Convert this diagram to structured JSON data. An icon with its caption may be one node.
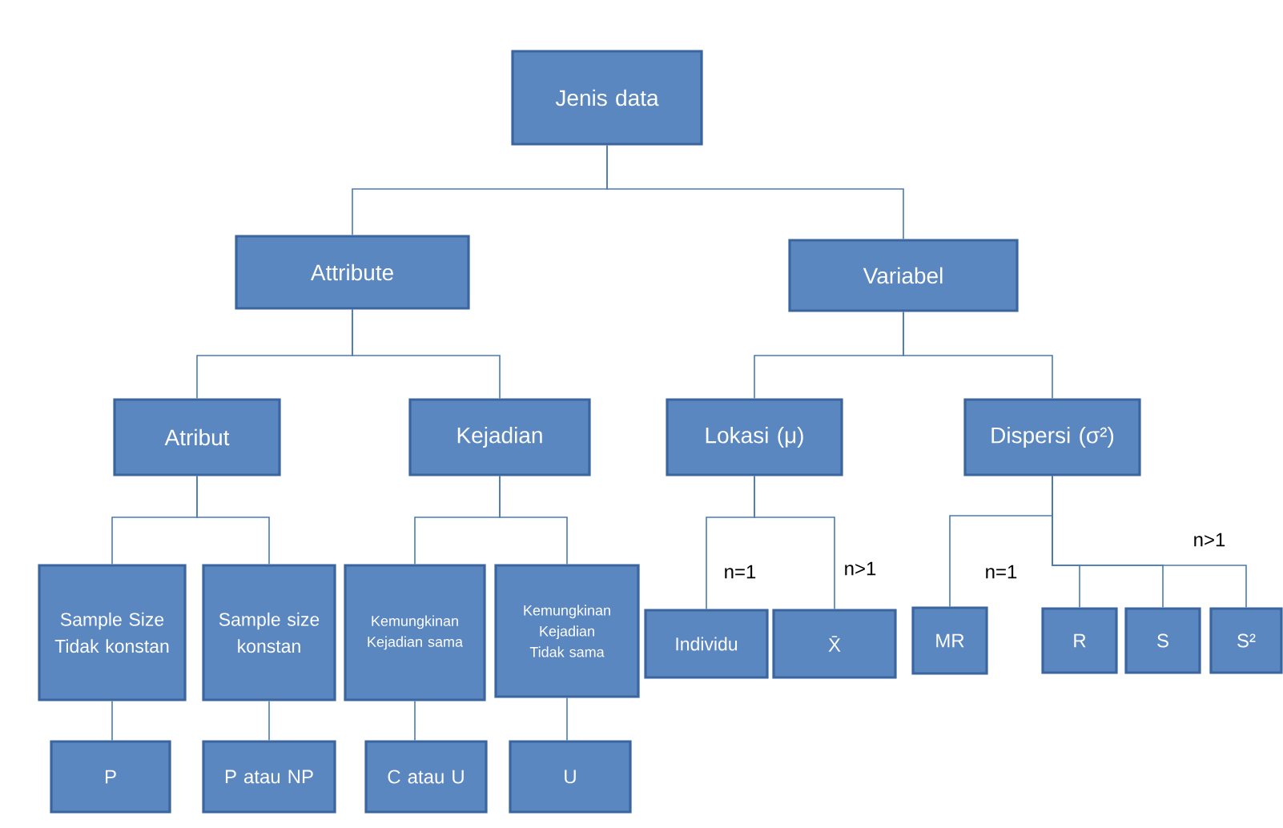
{
  "diagram": {
    "nodes": [
      {
        "text": [
          "Jenis data"
        ]
      },
      {
        "text": [
          "Attribute"
        ]
      },
      {
        "text": [
          "Variabel"
        ]
      },
      {
        "text": [
          "Atribut"
        ]
      },
      {
        "text": [
          "Kejadian"
        ]
      },
      {
        "text": [
          "Lokasi (μ)"
        ]
      },
      {
        "text": [
          "Dispersi (σ²)"
        ]
      },
      {
        "text": [
          "Sample Size Tidak konstan"
        ]
      },
      {
        "text": [
          "Sample size konstan"
        ]
      },
      {
        "text": [
          "Kemungkinan Kejadian sama"
        ]
      },
      {
        "text": [
          "Kemungkinan Kejadian Tidak sama"
        ]
      },
      {
        "text": [
          "Individu"
        ]
      },
      {
        "text": [
          "X̄"
        ]
      },
      {
        "text": [
          "MR"
        ]
      },
      {
        "text": [
          "R"
        ]
      },
      {
        "text": [
          "S"
        ]
      },
      {
        "text": [
          "S²"
        ]
      },
      {
        "text": [
          "P"
        ]
      },
      {
        "text": [
          "P atau NP"
        ]
      },
      {
        "text": [
          "C atau U"
        ]
      },
      {
        "text": [
          "U"
        ]
      }
    ],
    "edges": [
      {
        "from": 0,
        "to": 1,
        "arrow": "none"
      },
      {
        "from": 0,
        "to": 2,
        "arrow": "none"
      },
      {
        "from": 1,
        "to": 3,
        "arrow": "none"
      },
      {
        "from": 1,
        "to": 4,
        "arrow": "none"
      },
      {
        "from": 2,
        "to": 5,
        "arrow": "none"
      },
      {
        "from": 2,
        "to": 6,
        "arrow": "none"
      },
      {
        "from": 3,
        "to": 7,
        "arrow": "none"
      },
      {
        "from": 3,
        "to": 8,
        "arrow": "none"
      },
      {
        "from": 4,
        "to": 9,
        "arrow": "none"
      },
      {
        "from": 4,
        "to": 10,
        "arrow": "none"
      },
      {
        "from": 5,
        "to": 11,
        "arrow": "none"
      },
      {
        "from": 5,
        "to": 12,
        "arrow": "none"
      },
      {
        "from": 6,
        "to": 13,
        "arrow": "none"
      },
      {
        "from": 6,
        "to": 14,
        "arrow": "none"
      },
      {
        "from": 6,
        "to": 15,
        "arrow": "none"
      },
      {
        "from": 6,
        "to": 16,
        "arrow": "none"
      },
      {
        "from": 7,
        "to": 17,
        "arrow": "none"
      },
      {
        "from": 8,
        "to": 18,
        "arrow": "none"
      },
      {
        "from": 9,
        "to": 19,
        "arrow": "none"
      },
      {
        "from": 10,
        "to": 20,
        "arrow": "none"
      }
    ],
    "labels": [
      "n=1",
      "n>1",
      "n=1",
      "n>1"
    ]
  }
}
